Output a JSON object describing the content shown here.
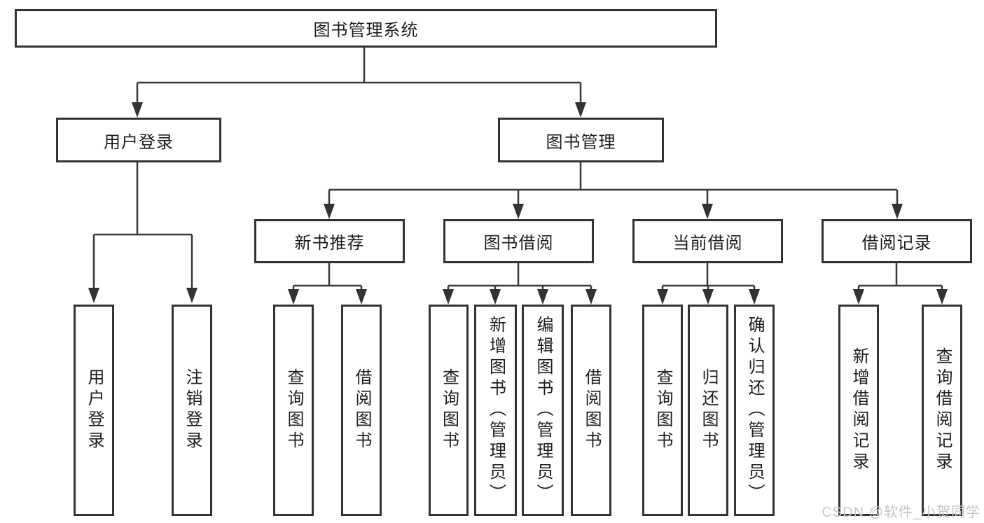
{
  "diagram": {
    "root": {
      "label": "图书管理系统"
    },
    "branches": [
      {
        "label": "用户登录",
        "children": [
          {
            "label": "用户登录"
          },
          {
            "label": "注销登录"
          }
        ]
      },
      {
        "label": "图书管理",
        "children": [
          {
            "label": "新书推荐",
            "children": [
              {
                "label": "查询图书"
              },
              {
                "label": "借阅图书"
              }
            ]
          },
          {
            "label": "图书借阅",
            "children": [
              {
                "label": "查询图书"
              },
              {
                "label": "新增图书（管理员）"
              },
              {
                "label": "编辑图书（管理员）"
              },
              {
                "label": "借阅图书"
              }
            ]
          },
          {
            "label": "当前借阅",
            "children": [
              {
                "label": "查询图书"
              },
              {
                "label": "归还图书"
              },
              {
                "label": "确认归还（管理员）"
              }
            ]
          },
          {
            "label": "借阅记录",
            "children": [
              {
                "label": "新增借阅记录"
              },
              {
                "label": "查询借阅记录"
              }
            ]
          }
        ]
      }
    ]
  },
  "watermark": {
    "text": "CSDN @软件_小贺同学"
  },
  "colors": {
    "background": "#ffffff",
    "box_border": "#333333",
    "line": "#383838",
    "text": "#1d1d1d",
    "watermark": "#c6c6c6"
  }
}
